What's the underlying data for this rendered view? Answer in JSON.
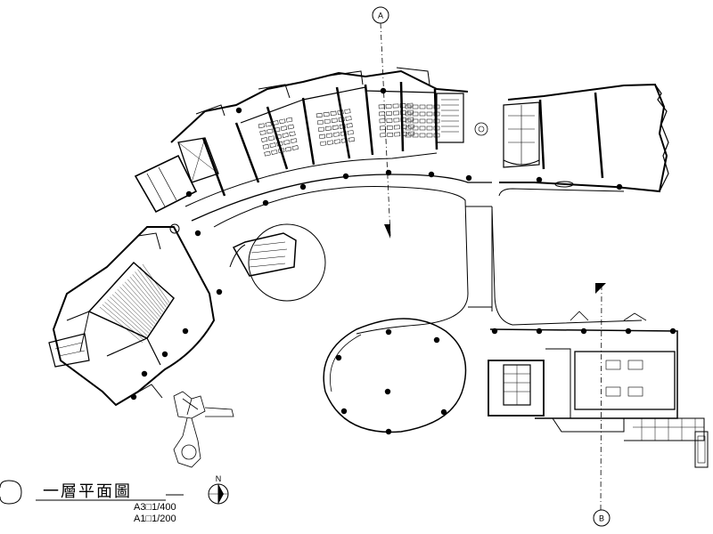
{
  "drawing": {
    "title": "一層平面圖",
    "scale_a3": "A3□1/400",
    "scale_a1": "A1□1/200",
    "section_a": "A",
    "section_b": "B",
    "north": "N"
  }
}
